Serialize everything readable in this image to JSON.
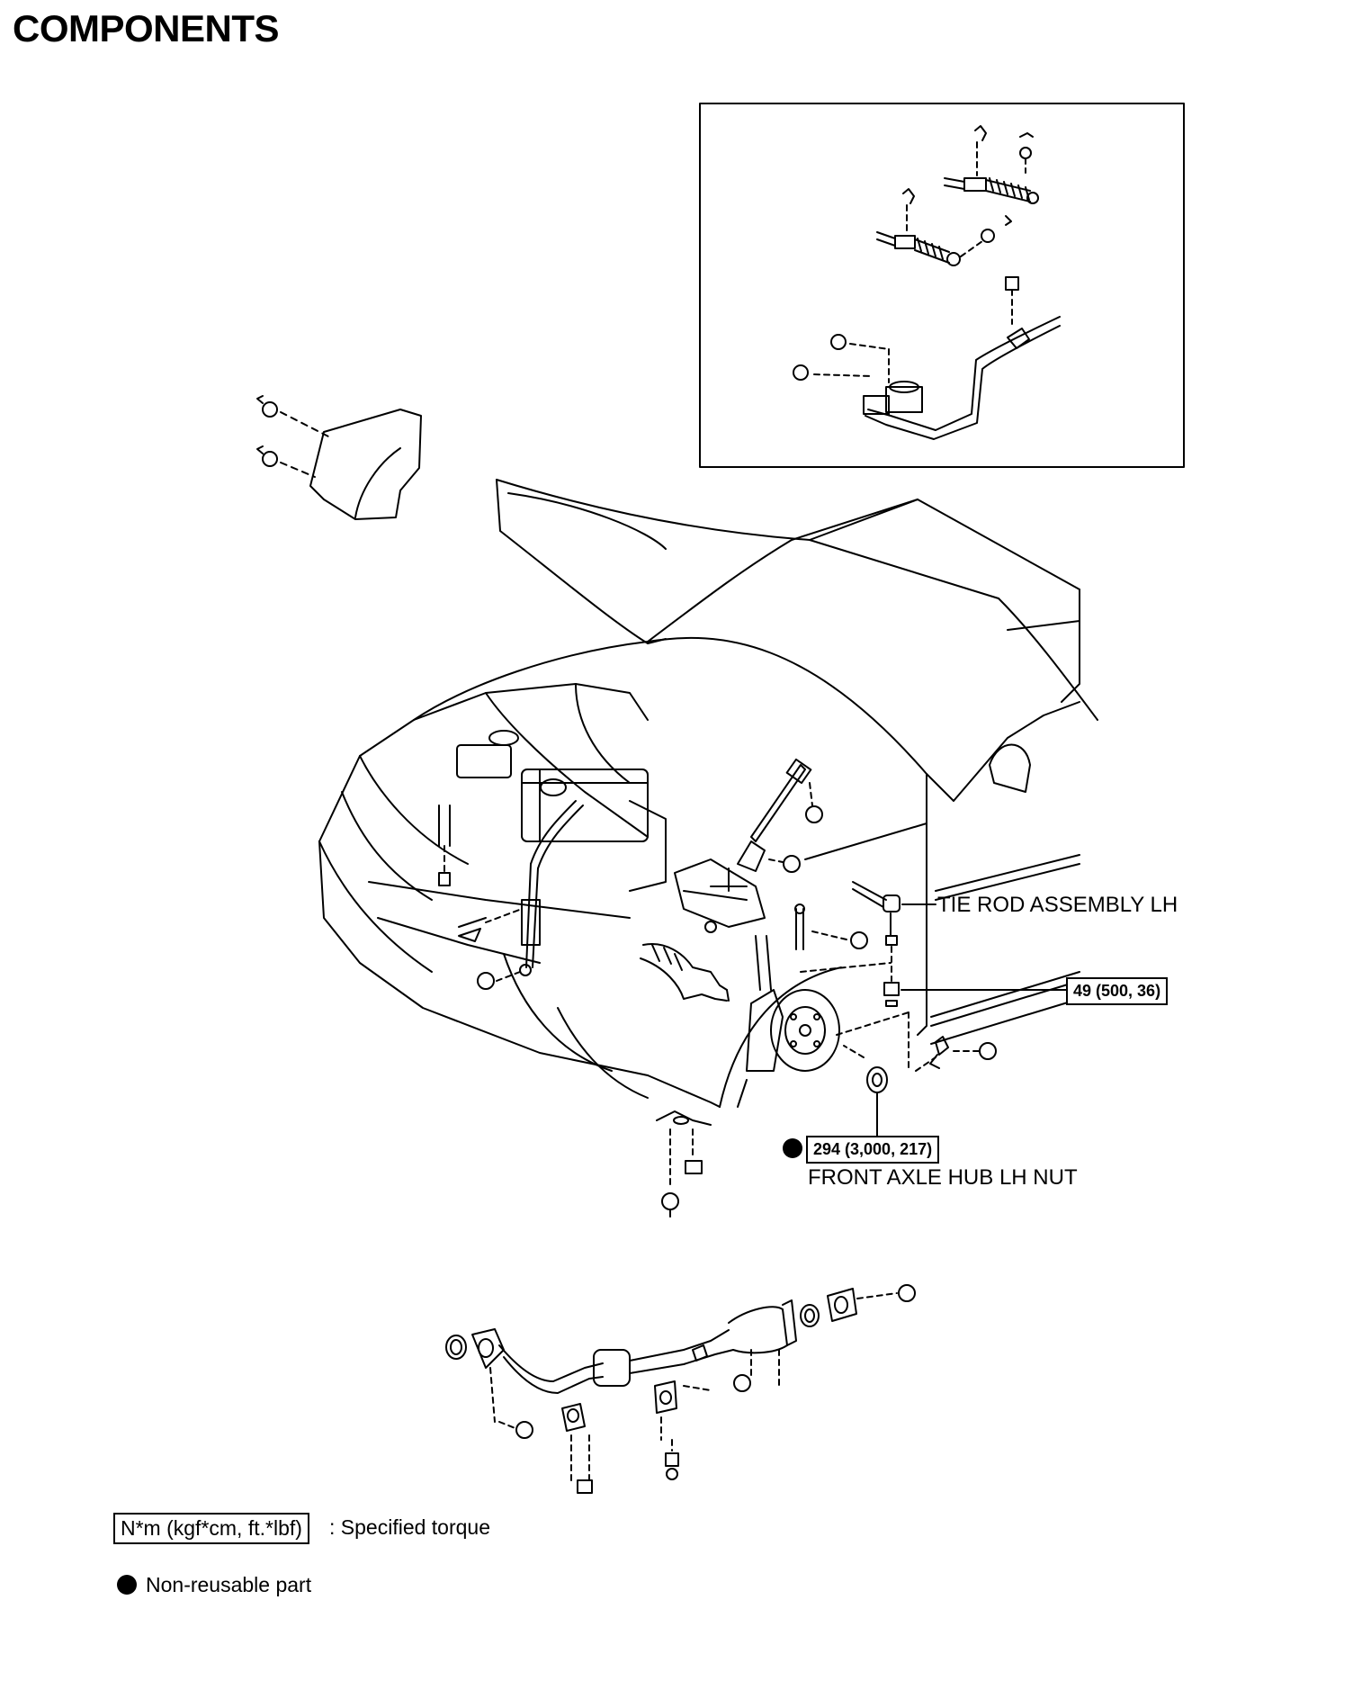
{
  "header": {
    "title": "COMPONENTS"
  },
  "callouts": {
    "tie_rod": "TIE ROD ASSEMBLY LH",
    "tie_rod_torque": "49 (500, 36)",
    "hub_nut_torque": "294 (3,000, 217)",
    "hub_nut": "FRONT AXLE HUB LH NUT"
  },
  "legend": {
    "torque_units": "N*m (kgf*cm, ft.*lbf)",
    "torque_desc": ": Specified torque",
    "nonreusable_desc": "Non-reusable part"
  }
}
